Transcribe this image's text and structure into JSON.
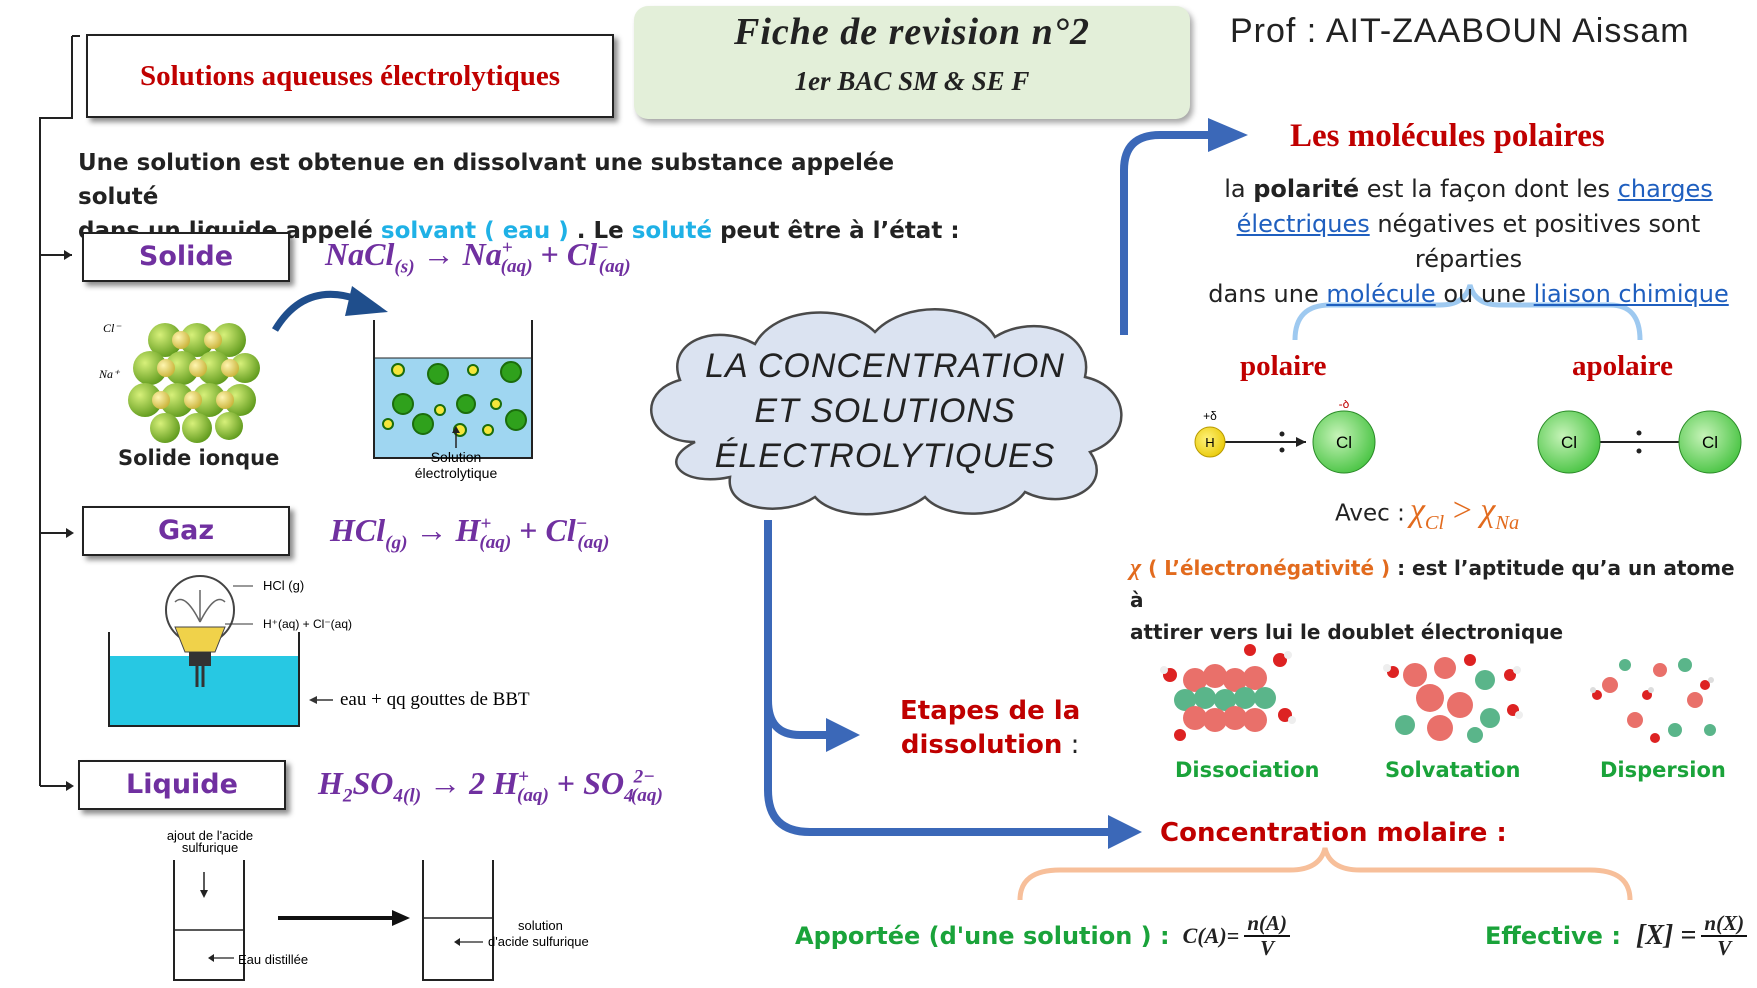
{
  "header": {
    "revision_title": "Fiche de revision n°2",
    "revision_sub": "1er BAC SM & SE F",
    "author": "Prof : AIT-ZAABOUN Aissam"
  },
  "left": {
    "section_title": "Solutions aqueuses électrolytiques",
    "intro_line1": "Une solution est obtenue en dissolvant une substance appelée soluté",
    "intro_line2_a": "dans un liquide appelé ",
    "intro_solvent": "solvant ( eau )",
    "intro_line2_b": " . Le ",
    "intro_solute": "soluté",
    "intro_line2_c": " peut être à l’état :",
    "solid": {
      "label": "Solide",
      "eq": {
        "a": "NaCl",
        "a_sub": "(s)",
        "arrow": "→",
        "b": "Na",
        "b_sup": "+",
        "b_sub": "(aq)",
        "plus": "+",
        "c": "Cl",
        "c_sup": "−",
        "c_sub": "(aq)"
      },
      "crystal_cl": "Cl⁻",
      "crystal_na": "Na⁺",
      "caption": "Solide ionque",
      "beaker_caption1": "Solution",
      "beaker_caption2": "électrolytique"
    },
    "gas": {
      "label": "Gaz",
      "eq": {
        "a": "HCl",
        "a_sub": "(g)",
        "arrow": "→",
        "b": "H",
        "b_sup": "+",
        "b_sub": "(aq)",
        "plus": "+",
        "c": "Cl",
        "c_sup": "−",
        "c_sub": "(aq)"
      },
      "fig_hcl": "HCl (g)",
      "fig_ions": "H⁺(aq) + Cl⁻(aq)",
      "fig_water": "eau + qq gouttes de BBT"
    },
    "liquid": {
      "label": "Liquide",
      "eq": {
        "a": "H",
        "a_sub2": "2",
        "a2": "SO",
        "a_sub4": "4",
        "a_sub": "(l)",
        "arrow": "→",
        "coef": "2",
        "b": "H",
        "b_sup": "+",
        "b_sub": "(aq)",
        "plus": "+",
        "c": "SO",
        "c_sub4": "4",
        "c_sup": "2−",
        "c_sub": "(aq)"
      },
      "fig_add1": "ajout de l'acide",
      "fig_add2": "sulfurique",
      "fig_water": "Eau distillée",
      "fig_sol1": "solution",
      "fig_sol2": "d'acide sulfurique"
    }
  },
  "center": {
    "cloud_line1": "LA CONCENTRATION",
    "cloud_line2": "ET  SOLUTIONS",
    "cloud_line3": "ÉLECTROLYTIQUES",
    "steps_line1": "Etapes de la",
    "steps_line2": "dissolution",
    "steps_colon": " :"
  },
  "right": {
    "polar_title": "Les molécules polaires",
    "polar_p1_a": "la ",
    "polar_p1_bold": "polarité",
    "polar_p1_b": " est la façon dont les ",
    "polar_link1": "charges",
    "polar_link2": "électriques",
    "polar_p2": " négatives et positives sont réparties",
    "polar_p3_a": "dans une ",
    "polar_link3": "molécule",
    "polar_p3_b": " ou une ",
    "polar_link4": "liaison chimique",
    "polaire": "polaire",
    "apolaire": "apolaire",
    "atom_h": "H",
    "atom_cl": "Cl",
    "delta_plus": "+δ",
    "delta_minus": "-δ",
    "avec": "Avec :",
    "chi": "χ",
    "chi_cl": "Cl",
    "gt": ">",
    "chi_na": "Na",
    "chi_def_symbol": "χ",
    "chi_def_paren": " ( L’électronégativité )",
    "chi_def_text1": " : est l’aptitude qu’a un atome à",
    "chi_def_text2": "attirer vers lui le doublet électronique",
    "dissociation": "Dissociation",
    "solvatation": "Solvatation",
    "dispersion": "Dispersion",
    "conc_title": "Concentration molaire  :",
    "apportee": "Apportée  (d'une solution ) :",
    "apportee_lhs": "C(A)=",
    "apportee_num": "n(A)",
    "apportee_den": "V",
    "effective": "Effective :",
    "effective_lhs": "[X] =",
    "effective_num": "n(X)",
    "effective_den": "V"
  },
  "colors": {
    "accent_blue": "#3b68b8",
    "title_red": "#c00000",
    "purple": "#7030a0",
    "green": "#1aa33a",
    "orange": "#e26b1e"
  }
}
